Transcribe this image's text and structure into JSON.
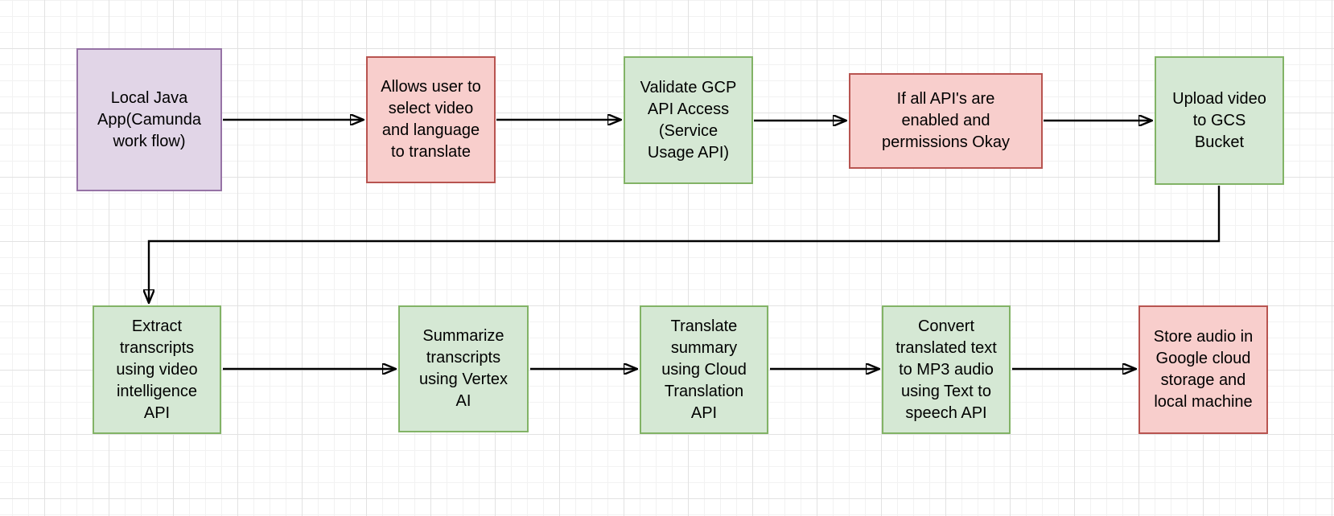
{
  "canvas": {
    "background_color": "#ffffff",
    "grid_minor_color": "#f2f2f2",
    "grid_major_color": "#e2e2e2"
  },
  "palette": {
    "purple_fill": "#E1D5E7",
    "purple_stroke": "#9673A6",
    "red_fill": "#F8CECC",
    "red_stroke": "#B85450",
    "green_fill": "#D5E8D4",
    "green_stroke": "#82B366",
    "connector_color": "#000000",
    "text_color": "#000000"
  },
  "nodes": [
    {
      "id": "local-java-app",
      "color": "purple",
      "label": "Local Java\nApp(Camunda\nwork flow)",
      "fill": "#E1D5E7",
      "stroke": "#9673A6"
    },
    {
      "id": "select-video-language",
      "color": "red",
      "label": "Allows user to\nselect video\nand language\nto translate",
      "fill": "#F8CECC",
      "stroke": "#B85450"
    },
    {
      "id": "validate-gcp-api-access",
      "color": "green",
      "label": "Validate GCP\nAPI Access\n(Service\nUsage API)",
      "fill": "#D5E8D4",
      "stroke": "#82B366"
    },
    {
      "id": "apis-enabled-check",
      "color": "red",
      "label": "If all API's are\nenabled and\npermissions Okay",
      "fill": "#F8CECC",
      "stroke": "#B85450"
    },
    {
      "id": "upload-video-gcs",
      "color": "green",
      "label": "Upload video\nto GCS\nBucket",
      "fill": "#D5E8D4",
      "stroke": "#82B366"
    },
    {
      "id": "extract-transcripts",
      "color": "green",
      "label": "Extract\ntranscripts\nusing video\nintelligence\nAPI",
      "fill": "#D5E8D4",
      "stroke": "#82B366"
    },
    {
      "id": "summarize-transcripts",
      "color": "green",
      "label": "Summarize\ntranscripts\nusing Vertex\nAI",
      "fill": "#D5E8D4",
      "stroke": "#82B366"
    },
    {
      "id": "translate-summary",
      "color": "green",
      "label": "Translate\nsummary\nusing Cloud\nTranslation\nAPI",
      "fill": "#D5E8D4",
      "stroke": "#82B366"
    },
    {
      "id": "convert-text-to-mp3",
      "color": "green",
      "label": "Convert\ntranslated text\nto MP3 audio\nusing Text to\nspeech API",
      "fill": "#D5E8D4",
      "stroke": "#82B366"
    },
    {
      "id": "store-audio",
      "color": "red",
      "label": "Store audio in\nGoogle cloud\nstorage and\nlocal machine",
      "fill": "#F8CECC",
      "stroke": "#B85450"
    }
  ],
  "edges": [
    {
      "from": "local-java-app",
      "to": "select-video-language"
    },
    {
      "from": "select-video-language",
      "to": "validate-gcp-api-access"
    },
    {
      "from": "validate-gcp-api-access",
      "to": "apis-enabled-check"
    },
    {
      "from": "apis-enabled-check",
      "to": "upload-video-gcs"
    },
    {
      "from": "upload-video-gcs",
      "to": "extract-transcripts"
    },
    {
      "from": "extract-transcripts",
      "to": "summarize-transcripts"
    },
    {
      "from": "summarize-transcripts",
      "to": "translate-summary"
    },
    {
      "from": "translate-summary",
      "to": "convert-text-to-mp3"
    },
    {
      "from": "convert-text-to-mp3",
      "to": "store-audio"
    }
  ]
}
